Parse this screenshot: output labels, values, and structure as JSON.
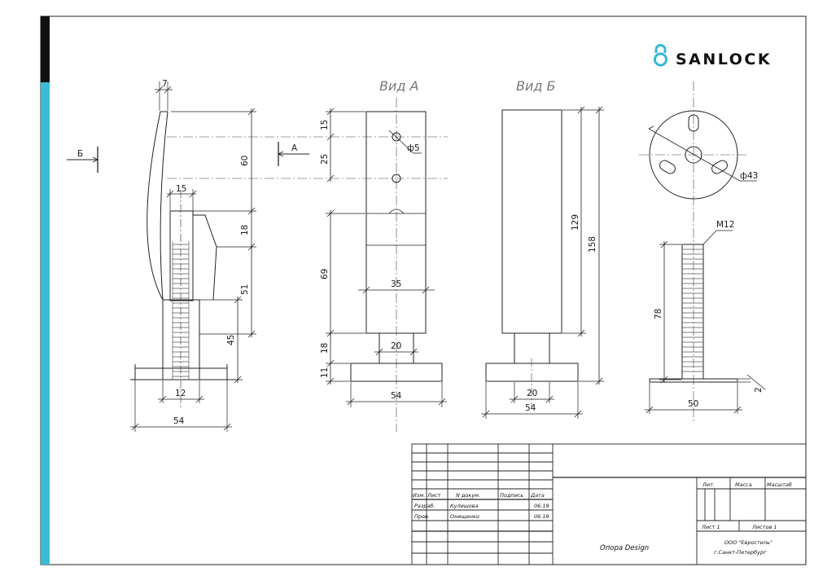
{
  "brand": {
    "name": "SANLOCK",
    "color": "#34b8d3",
    "icon": "lock-icon"
  },
  "accent": {
    "dark": "#111111",
    "light": "#3bbcd4"
  },
  "views": {
    "view_a": "Вид А",
    "view_b": "Вид Б"
  },
  "markers": {
    "section_b": "Б",
    "section_a": "А"
  },
  "dims": {
    "side": {
      "d7": "7",
      "d15": "15",
      "d60": "60",
      "d18": "18",
      "d51": "51",
      "d45": "45",
      "d12": "12",
      "d54": "54"
    },
    "view_a": {
      "d15": "15",
      "d25": "25",
      "hole": "ф5",
      "d69": "69",
      "d35": "35",
      "d18": "18",
      "d20": "20",
      "d11": "11",
      "d54": "54"
    },
    "view_b": {
      "d129": "129",
      "d158": "158",
      "d20": "20",
      "d54": "54"
    },
    "part": {
      "disc": "ф43",
      "thread": "M12",
      "d78": "78",
      "d50": "50",
      "d2": "2"
    }
  },
  "title_block": {
    "headers": {
      "izm": "Изм.",
      "list": "Лист",
      "doc": "N докум.",
      "sign": "Подпись",
      "date": "Дата"
    },
    "rows": [
      {
        "role": "Разраб.",
        "name": "Кулишова",
        "date": "06.19"
      },
      {
        "role": "Пров.",
        "name": "Онищенко",
        "date": "06.19"
      }
    ],
    "lit": "Лит.",
    "mass": "Масса",
    "scale": "Масштаб",
    "sheet": "Лист  1",
    "sheets": "Листов  1",
    "title": "Опора Design",
    "org1": "ООО \"Евростиль\"",
    "org2": "г.Санкт-Петербург"
  }
}
